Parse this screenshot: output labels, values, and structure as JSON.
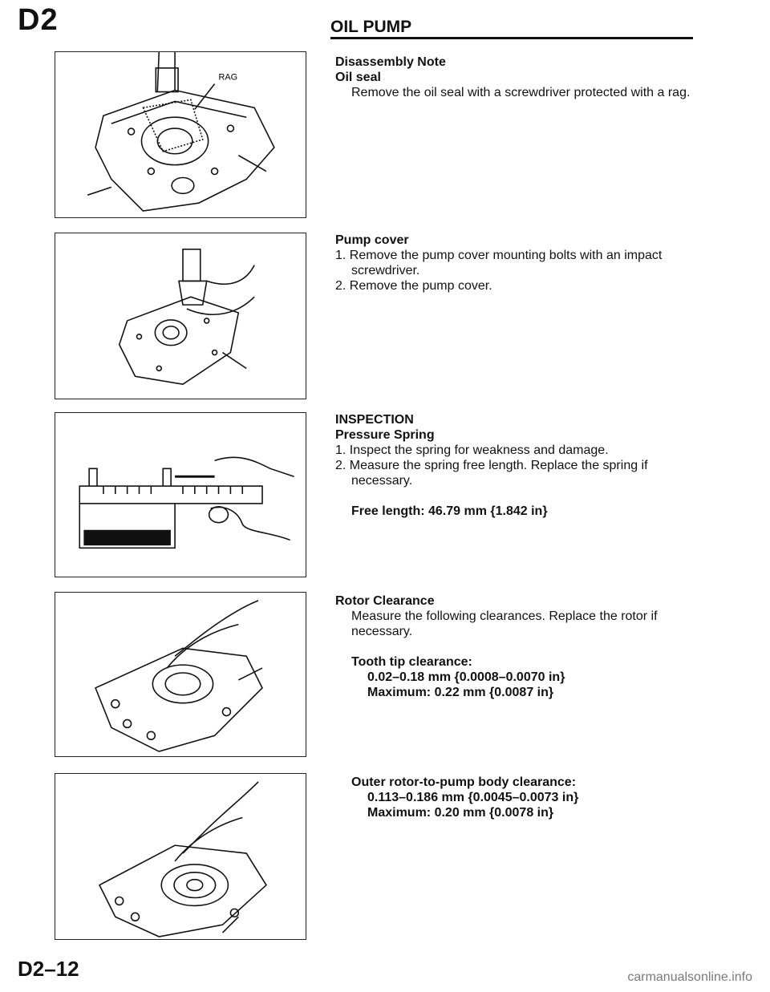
{
  "header": {
    "section": "D2",
    "title": "OIL PUMP"
  },
  "figures": {
    "rag_label": "RAG"
  },
  "blocks": {
    "disassembly": {
      "heading": "Disassembly Note",
      "sub": "Oil seal",
      "body": "Remove the oil seal with a screwdriver protected with a rag."
    },
    "pump_cover": {
      "heading": "Pump cover",
      "step1": "1. Remove the pump cover mounting bolts with an impact screwdriver.",
      "step2": "2. Remove the pump cover."
    },
    "inspection": {
      "heading": "INSPECTION",
      "sub": "Pressure Spring",
      "step1": "1. Inspect the spring for weakness and damage.",
      "step2": "2. Measure the spring free length. Replace the spring if necessary.",
      "spec": "Free length: 46.79 mm {1.842 in}"
    },
    "rotor": {
      "heading": "Rotor Clearance",
      "body": "Measure the following clearances. Replace the rotor if necessary.",
      "tip_label": "Tooth tip clearance:",
      "tip_range": "0.02–0.18 mm {0.0008–0.0070 in}",
      "tip_max": "Maximum: 0.22 mm {0.0087 in}"
    },
    "outer": {
      "label": "Outer rotor-to-pump body clearance:",
      "range": "0.113–0.186 mm {0.0045–0.0073 in}",
      "max": "Maximum: 0.20 mm {0.0078 in}"
    }
  },
  "footer": {
    "page": "D2–12",
    "watermark": "carmanualsonline.info"
  }
}
